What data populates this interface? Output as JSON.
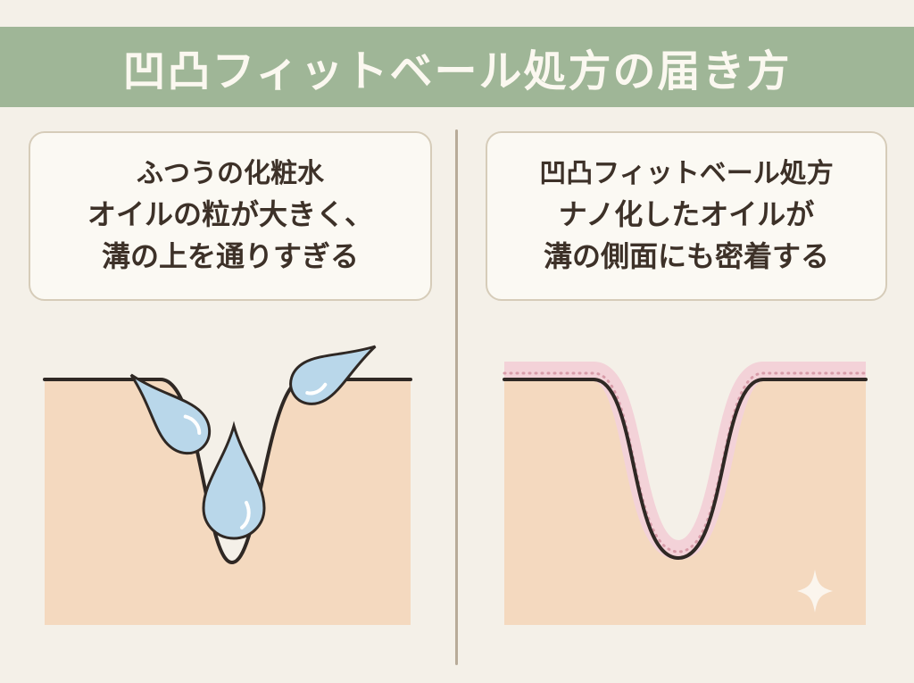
{
  "title": "凹凸フィットベール処方の届き方",
  "panels": {
    "left": {
      "heading": "ふつうの化粧水",
      "line1": "オイルの粒が大きく、",
      "line2": "溝の上を通りすぎる"
    },
    "right": {
      "heading": "凹凸フィットベール処方",
      "line1": "ナノ化したオイルが",
      "line2": "溝の側面にも密着する"
    }
  },
  "colors": {
    "background": "#f4f0e8",
    "title_band": "#9fb697",
    "skin": "#f4d9bf",
    "skin_outline": "#2f2824",
    "droplet": "#b9d7ea",
    "veil": "#f3d2d8"
  },
  "icons": [
    "water-droplet-icon",
    "sparkle-icon"
  ]
}
